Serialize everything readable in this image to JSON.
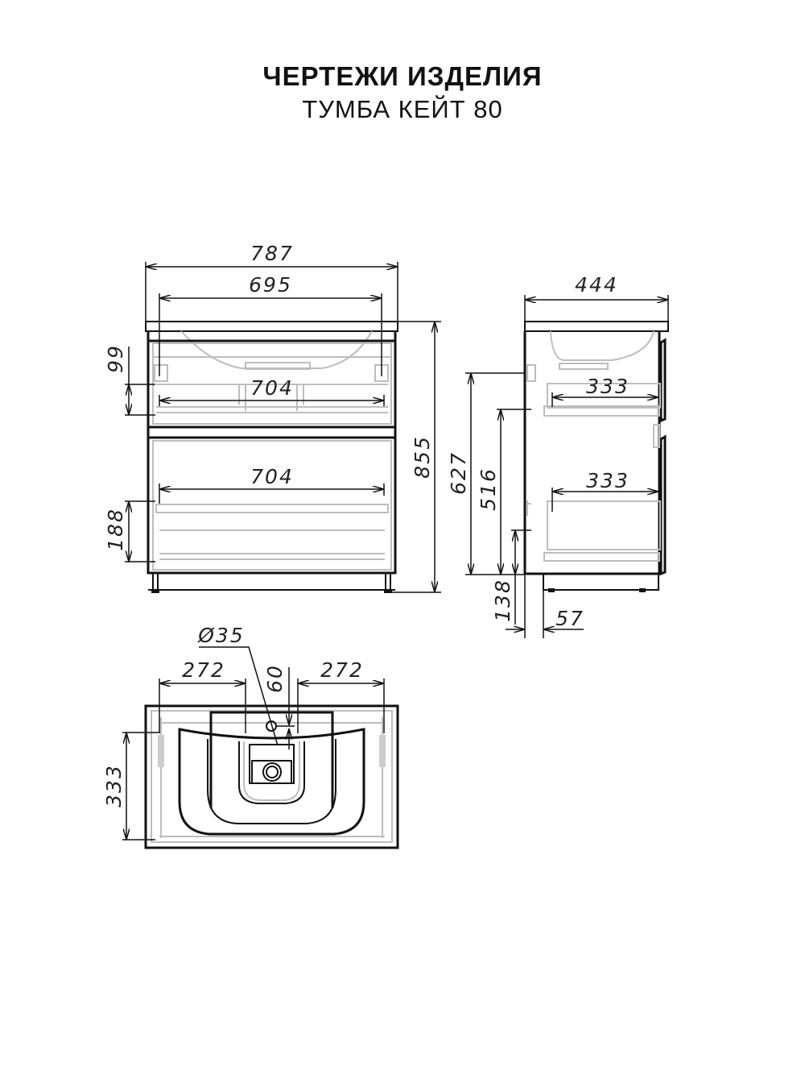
{
  "header": {
    "title": "ЧЕРТЕЖИ ИЗДЕЛИЯ",
    "subtitle": "ТУМБА КЕЙТ 80"
  },
  "front_view": {
    "overall_width": "787",
    "basin_mount_width": "695",
    "overall_height": "855",
    "top_drawer_inner_width": "704",
    "top_drawer_inner_height": "99",
    "bottom_drawer_inner_width": "704",
    "bottom_drawer_inner_height": "188"
  },
  "side_view": {
    "depth": "444",
    "top_pipe_height": "627",
    "middle_pipe_height": "516",
    "low_pipe_height": "138",
    "plinth_offset": "57",
    "top_drawer_depth": "333",
    "bottom_drawer_depth": "333"
  },
  "top_view": {
    "tap_hole_diameter": "Ø35",
    "left_offset": "272",
    "right_offset": "272",
    "tap_hole_offset": "60",
    "inner_depth": "333"
  }
}
